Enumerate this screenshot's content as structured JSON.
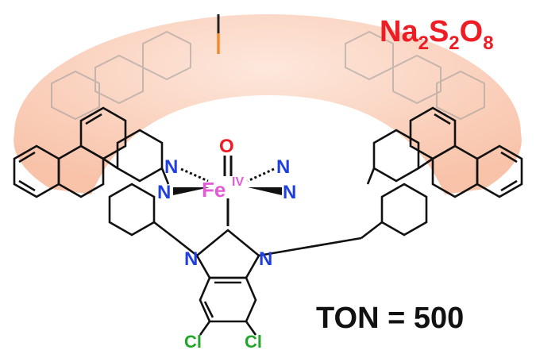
{
  "oxidant": {
    "base": "Na",
    "s": "S",
    "o": "O",
    "sub_2a": "2",
    "sub_2b": "2",
    "sub_8": "8"
  },
  "ton": {
    "label": "TON = 500"
  },
  "atoms": {
    "o": "O",
    "fe": "Fe",
    "fe_ox": "IV",
    "n_tl": "N",
    "n_tr": "N",
    "n_ml": "N",
    "n_mr": "N",
    "n_bl": "N",
    "n_br": "N",
    "cl_l": "Cl",
    "cl_r": "Cl"
  },
  "colors": {
    "bowl": "#f7b89a",
    "oxidant": "#ee1c24",
    "iron": "#e35bd6",
    "oxygen": "#ee1c24",
    "nitrogen": "#1f3fe0",
    "chlorine": "#22a62a",
    "probe": "#f28a2e"
  }
}
